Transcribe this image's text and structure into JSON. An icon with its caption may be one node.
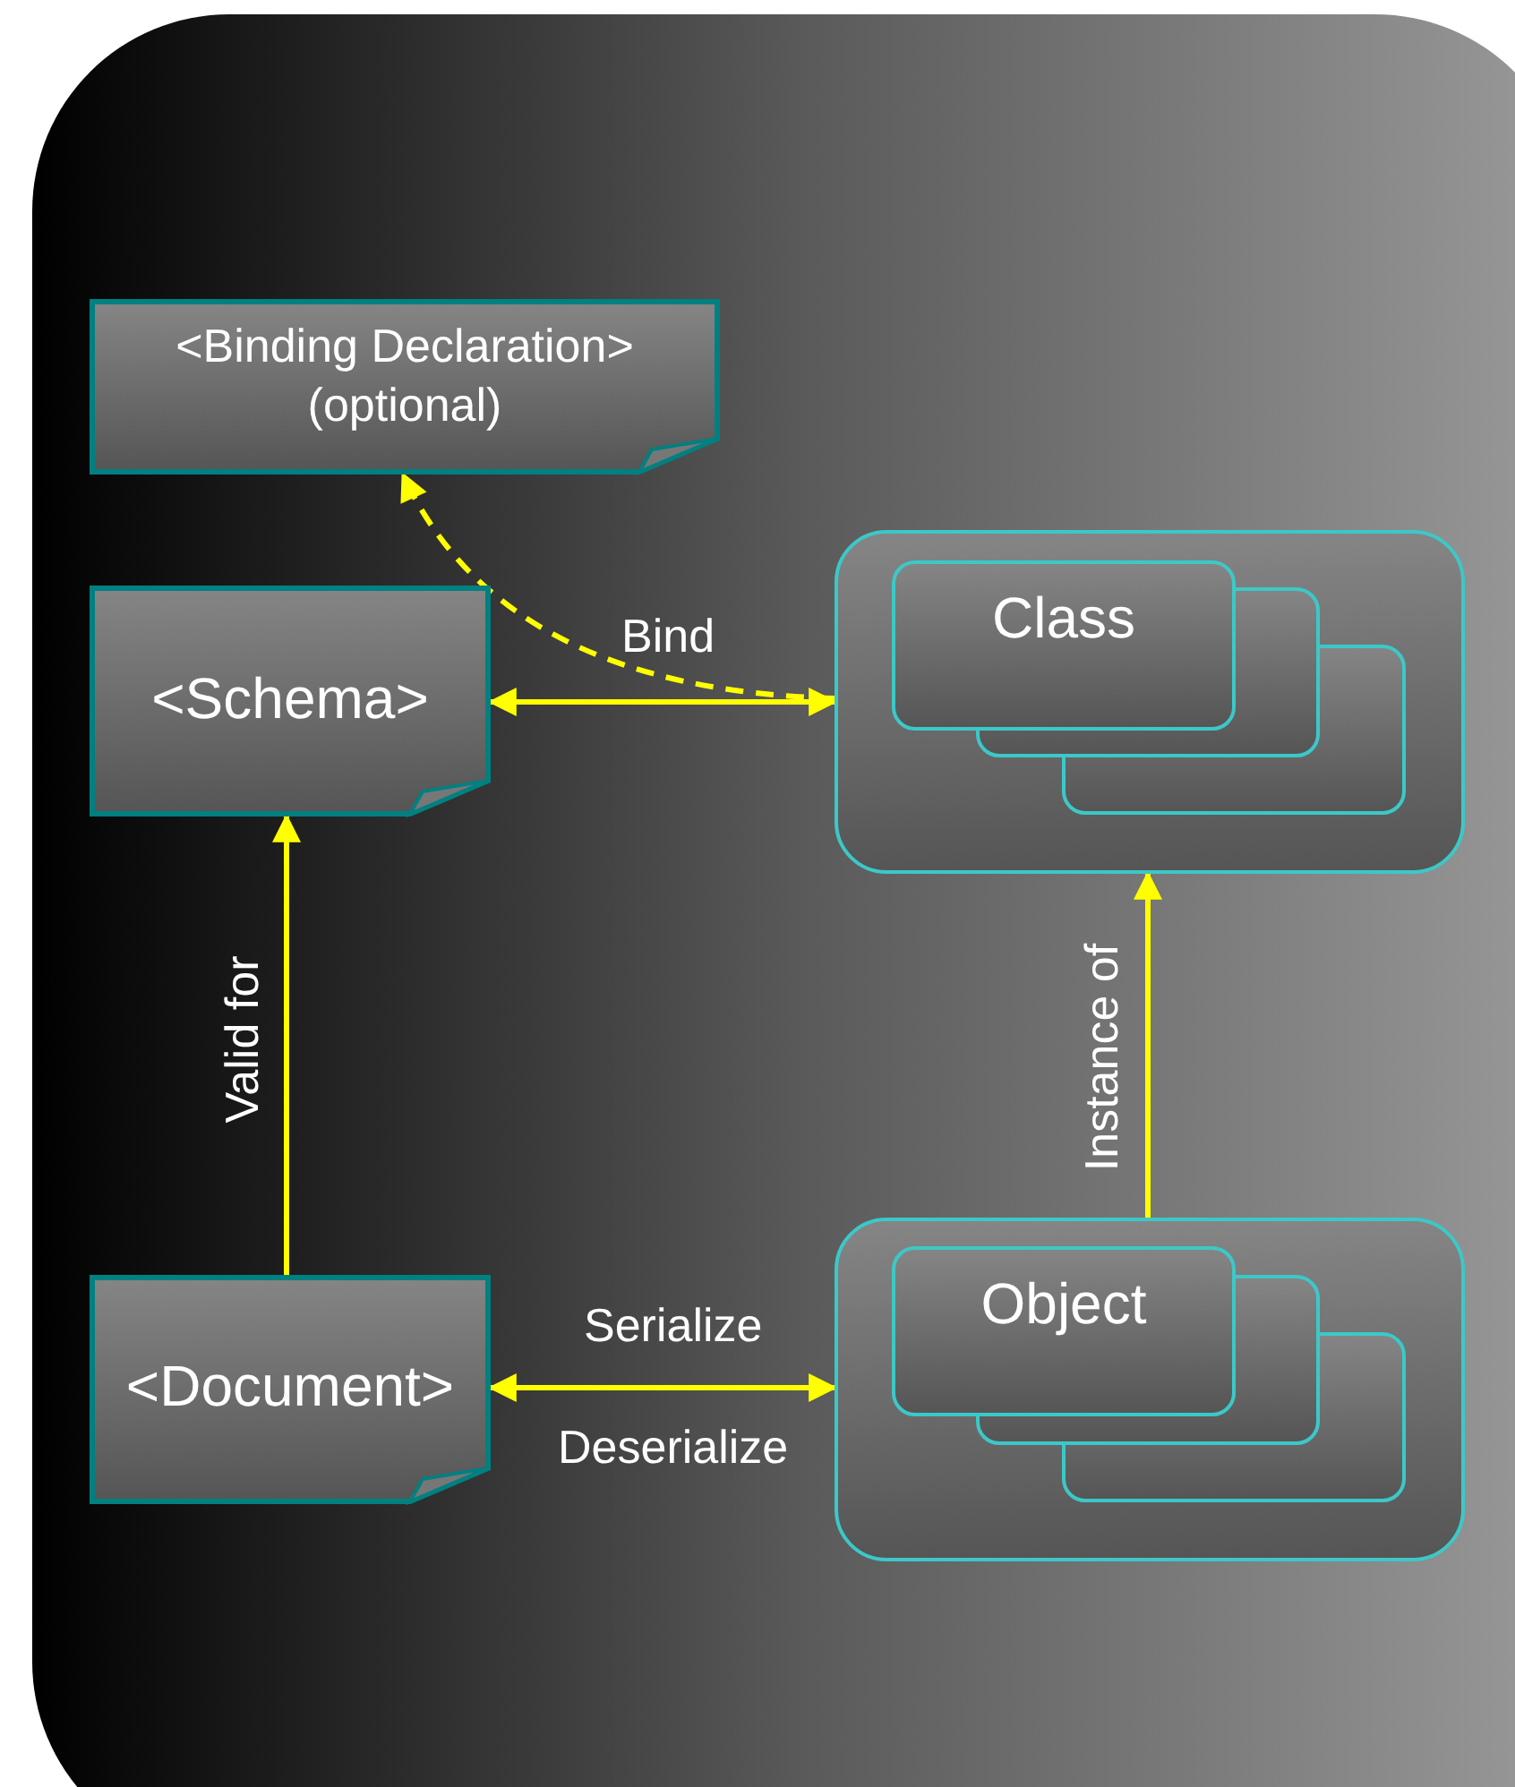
{
  "diagram": {
    "nodes": [
      {
        "text": [
          "<Binding Declaration> (optional)"
        ]
      },
      {
        "text": [
          "<Schema>"
        ]
      },
      {
        "text": [],
        "shape": "box"
      },
      {
        "text": [
          "Class"
        ],
        "in": 2
      },
      {
        "text": [
          "<Document>"
        ]
      },
      {
        "text": [],
        "shape": "box"
      },
      {
        "text": [
          "Object"
        ],
        "in": 5
      }
    ],
    "edges": [
      {
        "from": 1,
        "to": 2,
        "arrow": "both",
        "label": "Bind"
      },
      {
        "from": 2,
        "to": 0,
        "arrow": "to",
        "style": "dashed"
      },
      {
        "from": 4,
        "to": 1,
        "arrow": "to",
        "label": "Valid for"
      },
      {
        "from": 5,
        "to": 2,
        "arrow": "to",
        "label": "Instance of"
      },
      {
        "from": 4,
        "to": 5,
        "arrow": "both",
        "label": "Serialize"
      }
    ],
    "labels": [
      "Deserialize"
    ]
  }
}
